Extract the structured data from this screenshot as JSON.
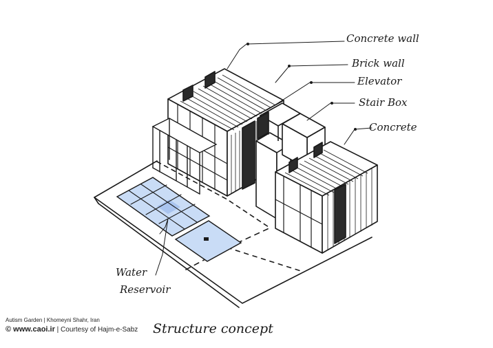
{
  "labels": {
    "concrete_wall": "Concrete wall",
    "brick_wall": "Brick wall",
    "elevator": "Elevator",
    "stair_box": "Stair Box",
    "concrete": "Concrete",
    "water": "Water",
    "reservoir": "Reservoir",
    "title": "Structure concept"
  },
  "credits": {
    "project": "Autism Garden | Khomeyni Shahr, Iran",
    "site": "© www.caoi.ir",
    "courtesy": "| Courtesy of Hajm-e-Sabz"
  },
  "colors": {
    "ink": "#1a1a1a",
    "water": "#c9dcf6",
    "water_dark": "#a9c4ef"
  }
}
